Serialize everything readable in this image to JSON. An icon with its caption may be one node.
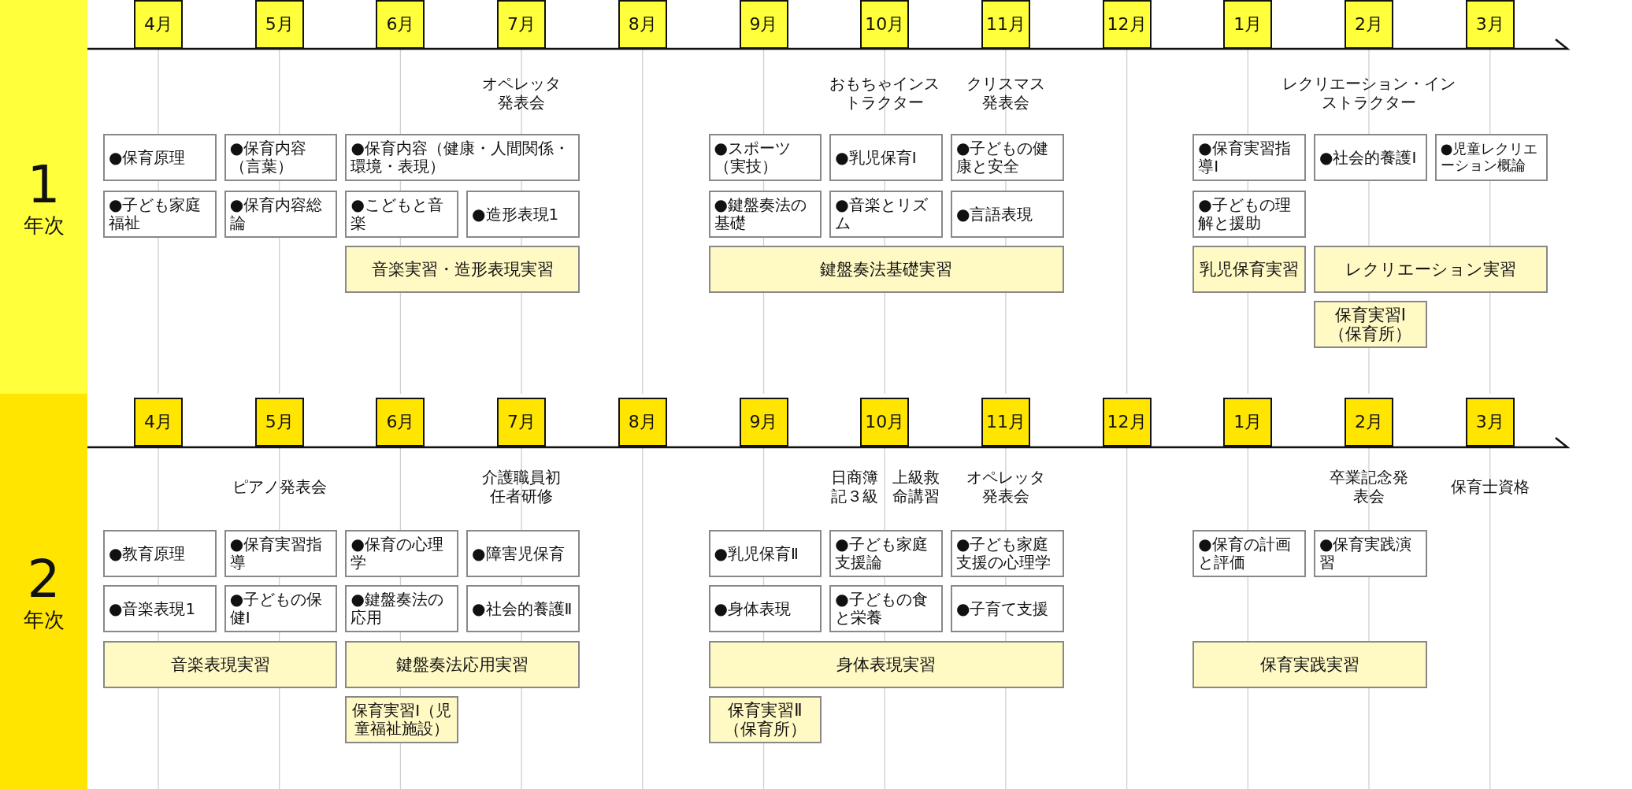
{
  "diagram": {
    "nodes": [
      {
        "text": [
          "1",
          "年次"
        ]
      },
      {
        "text": [
          "4月"
        ]
      },
      {
        "text": [
          "5月"
        ]
      },
      {
        "text": [
          "6月"
        ]
      },
      {
        "text": [
          "7月"
        ]
      },
      {
        "text": [
          "8月"
        ]
      },
      {
        "text": [
          "9月"
        ]
      },
      {
        "text": [
          "10月"
        ]
      },
      {
        "text": [
          "11月"
        ]
      },
      {
        "text": [
          "12月"
        ]
      },
      {
        "text": [
          "1月"
        ]
      },
      {
        "text": [
          "2月"
        ]
      },
      {
        "text": [
          "3月"
        ]
      },
      {
        "text": [
          "●保育原理"
        ]
      },
      {
        "text": [
          "●保育内容（言葉）"
        ]
      },
      {
        "text": [
          "●保育内容（健康・人間関係・環境・表現）"
        ]
      },
      {
        "text": [
          "●スポーツ（実技）"
        ]
      },
      {
        "text": [
          "●乳児保育Ⅰ"
        ]
      },
      {
        "text": [
          "●子どもの健康と安全"
        ]
      },
      {
        "text": [
          "●保育実習指導Ⅰ"
        ]
      },
      {
        "text": [
          "●社会的養護Ⅰ"
        ]
      },
      {
        "text": [
          "●児童レクリエーション概論"
        ]
      },
      {
        "text": [
          "●子ども家庭福祉"
        ]
      },
      {
        "text": [
          "●保育内容総論"
        ]
      },
      {
        "text": [
          "●こどもと音楽"
        ]
      },
      {
        "text": [
          "●造形表現1"
        ]
      },
      {
        "text": [
          "●鍵盤奏法の基礎"
        ]
      },
      {
        "text": [
          "●音楽とリズム"
        ]
      },
      {
        "text": [
          "●言語表現"
        ]
      },
      {
        "text": [
          "●子どもの理解と援助"
        ]
      },
      {
        "text": [
          "音楽実習・造形表現実習"
        ]
      },
      {
        "text": [
          "鍵盤奏法基礎実習"
        ]
      },
      {
        "text": [
          "乳児保育実習"
        ]
      },
      {
        "text": [
          "レクリエーション実習"
        ]
      },
      {
        "text": [
          "保育実習Ⅰ（保育所）"
        ]
      },
      {
        "text": [
          "2",
          "年次"
        ]
      },
      {
        "text": [
          "4月"
        ]
      },
      {
        "text": [
          "5月"
        ]
      },
      {
        "text": [
          "6月"
        ]
      },
      {
        "text": [
          "7月"
        ]
      },
      {
        "text": [
          "8月"
        ]
      },
      {
        "text": [
          "9月"
        ]
      },
      {
        "text": [
          "10月"
        ]
      },
      {
        "text": [
          "11月"
        ]
      },
      {
        "text": [
          "12月"
        ]
      },
      {
        "text": [
          "1月"
        ]
      },
      {
        "text": [
          "2月"
        ]
      },
      {
        "text": [
          "3月"
        ]
      },
      {
        "text": [
          "●教育原理"
        ]
      },
      {
        "text": [
          "●保育実習指導"
        ]
      },
      {
        "text": [
          "●保育の心理学"
        ]
      },
      {
        "text": [
          "●障害児保育"
        ]
      },
      {
        "text": [
          "●乳児保育Ⅱ"
        ]
      },
      {
        "text": [
          "●子ども家庭支援論"
        ]
      },
      {
        "text": [
          "●子ども家庭支援の心理学"
        ]
      },
      {
        "text": [
          "●保育の計画と評価"
        ]
      },
      {
        "text": [
          "●保育実践演習"
        ]
      },
      {
        "text": [
          "●音楽表現1"
        ]
      },
      {
        "text": [
          "●子どもの保健Ⅰ"
        ]
      },
      {
        "text": [
          "●鍵盤奏法の応用"
        ]
      },
      {
        "text": [
          "●社会的養護Ⅱ"
        ]
      },
      {
        "text": [
          "●身体表現"
        ]
      },
      {
        "text": [
          "●子どもの食と栄養"
        ]
      },
      {
        "text": [
          "●子育て支援"
        ]
      },
      {
        "text": [
          "音楽表現実習"
        ]
      },
      {
        "text": [
          "鍵盤奏法応用実習"
        ]
      },
      {
        "text": [
          "身体表現実習"
        ]
      },
      {
        "text": [
          "保育実践実習"
        ]
      },
      {
        "text": [
          "保育実習Ⅰ（児童福祉施設）"
        ]
      },
      {
        "text": [
          "保育実習Ⅱ（保育所）"
        ]
      }
    ],
    "labels": [
      "オペレッタ発表会",
      "おもちゃインストラクター",
      "クリスマス発表会",
      "レクリエーション・インストラクター",
      "ピアノ発表会",
      "介護職員初任者研修",
      "日商簿記３級",
      "上級救命講習",
      "オペレッタ発表会",
      "卒業記念発表会",
      "保育士資格"
    ]
  }
}
